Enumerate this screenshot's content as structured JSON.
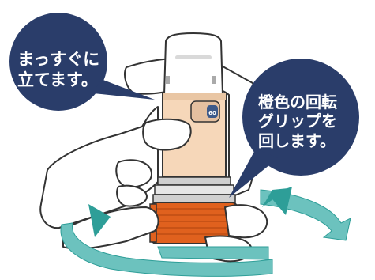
{
  "instruction_left": {
    "lines": [
      "まっすぐに",
      "立てます。"
    ]
  },
  "instruction_right": {
    "lines": [
      "橙色の回転",
      "グリップを",
      "回します。"
    ]
  },
  "device": {
    "counter_value": "60"
  },
  "colors": {
    "bubble": "#2a3d6a",
    "arrow": "#6cc2be",
    "arrow_dark": "#2e9e98",
    "body": "#f6d7b9",
    "grip": "#e0611e",
    "cap": "#ffffff",
    "outline": "#333333"
  }
}
